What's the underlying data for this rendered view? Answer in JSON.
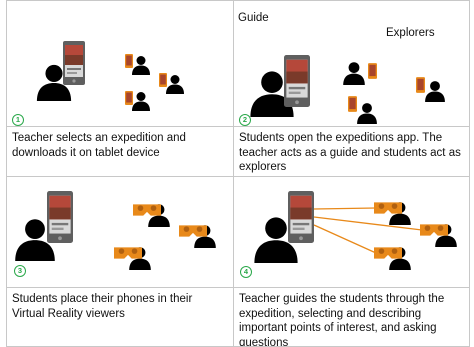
{
  "panels": [
    {
      "step": "1",
      "caption": "Teacher selects an expedition and downloads it on tablet device"
    },
    {
      "step": "2",
      "caption": "Students open the expeditions app. The teacher acts as a guide and students act as explorers",
      "role_guide": "Guide",
      "role_explorers": "Explorers"
    },
    {
      "step": "3",
      "caption": "Students place their phones in their Virtual Reality viewers"
    },
    {
      "step": "4",
      "caption": "Teacher guides the students through the expedition, selecting and describing important points of interest, and asking questions"
    }
  ],
  "colors": {
    "badge": "#2aa84a",
    "person": "#000000",
    "tablet": "#7a7a7a",
    "viewer": "#e8891a",
    "line": "#e8891a"
  }
}
